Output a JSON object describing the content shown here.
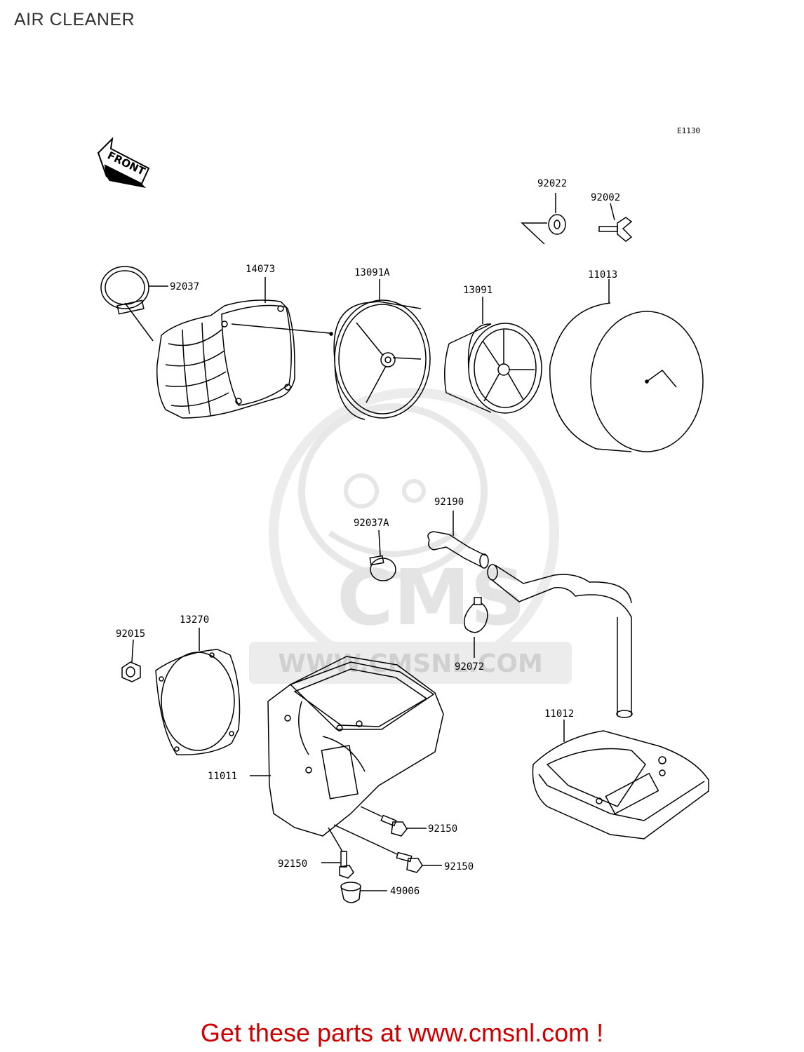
{
  "header": {
    "title": "AIR CLEANER"
  },
  "diagram": {
    "figure_code": "E1130",
    "front_label": "FRONT",
    "parts": [
      {
        "id": "92022"
      },
      {
        "id": "92002"
      },
      {
        "id": "92037"
      },
      {
        "id": "14073"
      },
      {
        "id": "13091A"
      },
      {
        "id": "13091"
      },
      {
        "id": "11013"
      },
      {
        "id": "92190"
      },
      {
        "id": "92037A"
      },
      {
        "id": "92072"
      },
      {
        "id": "92015"
      },
      {
        "id": "13270"
      },
      {
        "id": "11012"
      },
      {
        "id": "11011"
      },
      {
        "id": "92150"
      },
      {
        "id": "92150"
      },
      {
        "id": "92150"
      },
      {
        "id": "49006"
      }
    ]
  },
  "watermark": {
    "brand": "CMS",
    "url": "WWW.CMSNL.COM"
  },
  "footer": {
    "text": "Get these parts at www.cmsnl.com !",
    "color": "#cc0000"
  }
}
